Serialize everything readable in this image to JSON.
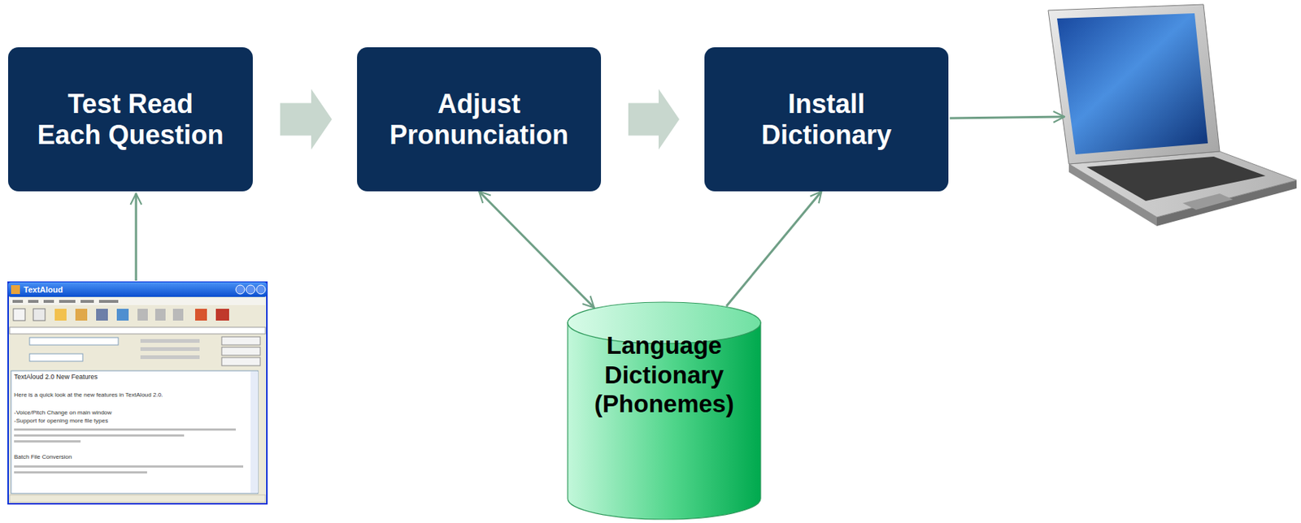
{
  "diagram": {
    "nodes": [
      {
        "text": [
          "Test Read Each Question"
        ]
      },
      {
        "text": [
          "Adjust Pronunciation"
        ]
      },
      {
        "text": [
          "Install Dictionary"
        ]
      },
      {
        "text": [
          "Language Dictionary (Phonemes)"
        ]
      }
    ],
    "edges": [
      {
        "from": 0,
        "to": 1,
        "arrow": "to"
      },
      {
        "from": 1,
        "to": 2,
        "arrow": "to"
      },
      {
        "from": 1,
        "to": 3,
        "arrow": "both"
      },
      {
        "from": 3,
        "to": 2,
        "arrow": "to"
      }
    ],
    "labels": [
      "TextAloud",
      "TextAloud 2.0 New Features",
      "Here is a quick look at the new features in TextAloud 2.0.",
      "-Voice/Pitch Change on main window",
      "-Support for opening more file types",
      "Batch File Conversion"
    ]
  }
}
